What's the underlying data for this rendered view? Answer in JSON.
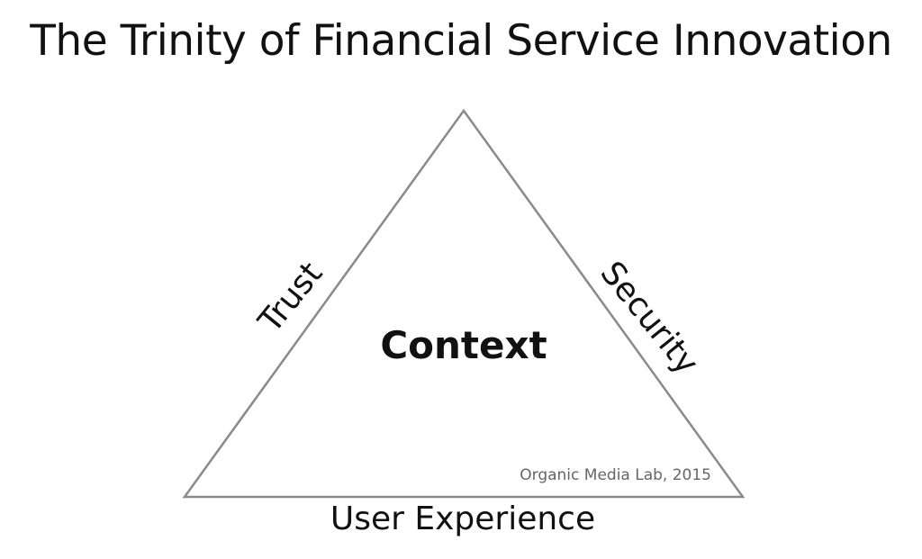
{
  "title": "The Trinity of Financial Service Innovation",
  "diagram": {
    "center_label": "Context",
    "edges": {
      "left": "Trust",
      "right": "Security",
      "bottom": "User Experience"
    },
    "credit": "Organic Media Lab, 2015",
    "outline_color": "#8a8a8a"
  }
}
